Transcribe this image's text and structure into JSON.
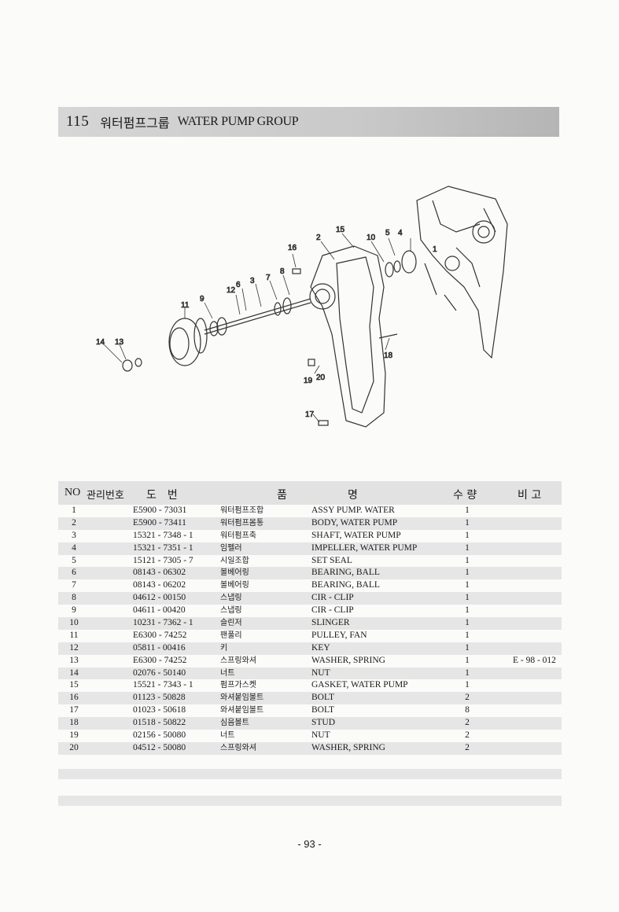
{
  "header": {
    "group_no": "115",
    "title_kr": "워터펌프그룹",
    "title_en": "WATER PUMP GROUP"
  },
  "diagram": {
    "callouts": [
      "1",
      "2",
      "3",
      "4",
      "5",
      "6",
      "7",
      "8",
      "9",
      "10",
      "11",
      "12",
      "13",
      "14",
      "15",
      "16",
      "17",
      "18",
      "19",
      "20"
    ]
  },
  "table": {
    "headers": {
      "no": "NO",
      "mgmt": "관리번호",
      "drawing": "도　번",
      "name_left": "품",
      "name_right": "명",
      "qty": "수 량",
      "remark": "비 고"
    },
    "rows": [
      {
        "no": "1",
        "part": "E5900 - 73031",
        "kr": "워터펌프조합",
        "en": "ASSY PUMP. WATER",
        "qty": "1",
        "remark": ""
      },
      {
        "no": "2",
        "part": "E5900 - 73411",
        "kr": "워터펌프몸통",
        "en": "BODY, WATER PUMP",
        "qty": "1",
        "remark": ""
      },
      {
        "no": "3",
        "part": "15321 - 7348 - 1",
        "kr": "워터펌프축",
        "en": "SHAFT, WATER PUMP",
        "qty": "1",
        "remark": ""
      },
      {
        "no": "4",
        "part": "15321 - 7351 - 1",
        "kr": "임펠러",
        "en": "IMPELLER, WATER PUMP",
        "qty": "1",
        "remark": ""
      },
      {
        "no": "5",
        "part": "15121 - 7305 - 7",
        "kr": "시일조합",
        "en": "SET SEAL",
        "qty": "1",
        "remark": ""
      },
      {
        "no": "6",
        "part": "08143 - 06302",
        "kr": "볼베어링",
        "en": "BEARING, BALL",
        "qty": "1",
        "remark": ""
      },
      {
        "no": "7",
        "part": "08143 - 06202",
        "kr": "볼베어링",
        "en": "BEARING, BALL",
        "qty": "1",
        "remark": ""
      },
      {
        "no": "8",
        "part": "04612 - 00150",
        "kr": "스냅링",
        "en": "CIR - CLIP",
        "qty": "1",
        "remark": ""
      },
      {
        "no": "9",
        "part": "04611 - 00420",
        "kr": "스냅링",
        "en": "CIR - CLIP",
        "qty": "1",
        "remark": ""
      },
      {
        "no": "10",
        "part": "10231 - 7362 - 1",
        "kr": "슬린저",
        "en": "SLINGER",
        "qty": "1",
        "remark": ""
      },
      {
        "no": "11",
        "part": "E6300 - 74252",
        "kr": "팬풀리",
        "en": "PULLEY, FAN",
        "qty": "1",
        "remark": ""
      },
      {
        "no": "12",
        "part": "05811 - 00416",
        "kr": "키",
        "en": "KEY",
        "qty": "1",
        "remark": ""
      },
      {
        "no": "13",
        "part": "E6300 - 74252",
        "kr": "스프링와셔",
        "en": "WASHER, SPRING",
        "qty": "1",
        "remark": "E - 98 - 012"
      },
      {
        "no": "14",
        "part": "02076 - 50140",
        "kr": "너트",
        "en": "NUT",
        "qty": "1",
        "remark": ""
      },
      {
        "no": "15",
        "part": "15521 - 7343 - 1",
        "kr": "펌프가스켓",
        "en": "GASKET, WATER PUMP",
        "qty": "1",
        "remark": ""
      },
      {
        "no": "16",
        "part": "01123 - 50828",
        "kr": "와셔붙임볼트",
        "en": "BOLT",
        "qty": "2",
        "remark": ""
      },
      {
        "no": "17",
        "part": "01023 - 50618",
        "kr": "와셔붙임볼트",
        "en": "BOLT",
        "qty": "8",
        "remark": ""
      },
      {
        "no": "18",
        "part": "01518 - 50822",
        "kr": "심음볼트",
        "en": "STUD",
        "qty": "2",
        "remark": ""
      },
      {
        "no": "19",
        "part": "02156 - 50080",
        "kr": "너트",
        "en": "NUT",
        "qty": "2",
        "remark": ""
      },
      {
        "no": "20",
        "part": "04512 - 50080",
        "kr": "스프링와셔",
        "en": "WASHER, SPRING",
        "qty": "2",
        "remark": ""
      }
    ]
  },
  "footer": {
    "page_label": "- 93 -"
  }
}
